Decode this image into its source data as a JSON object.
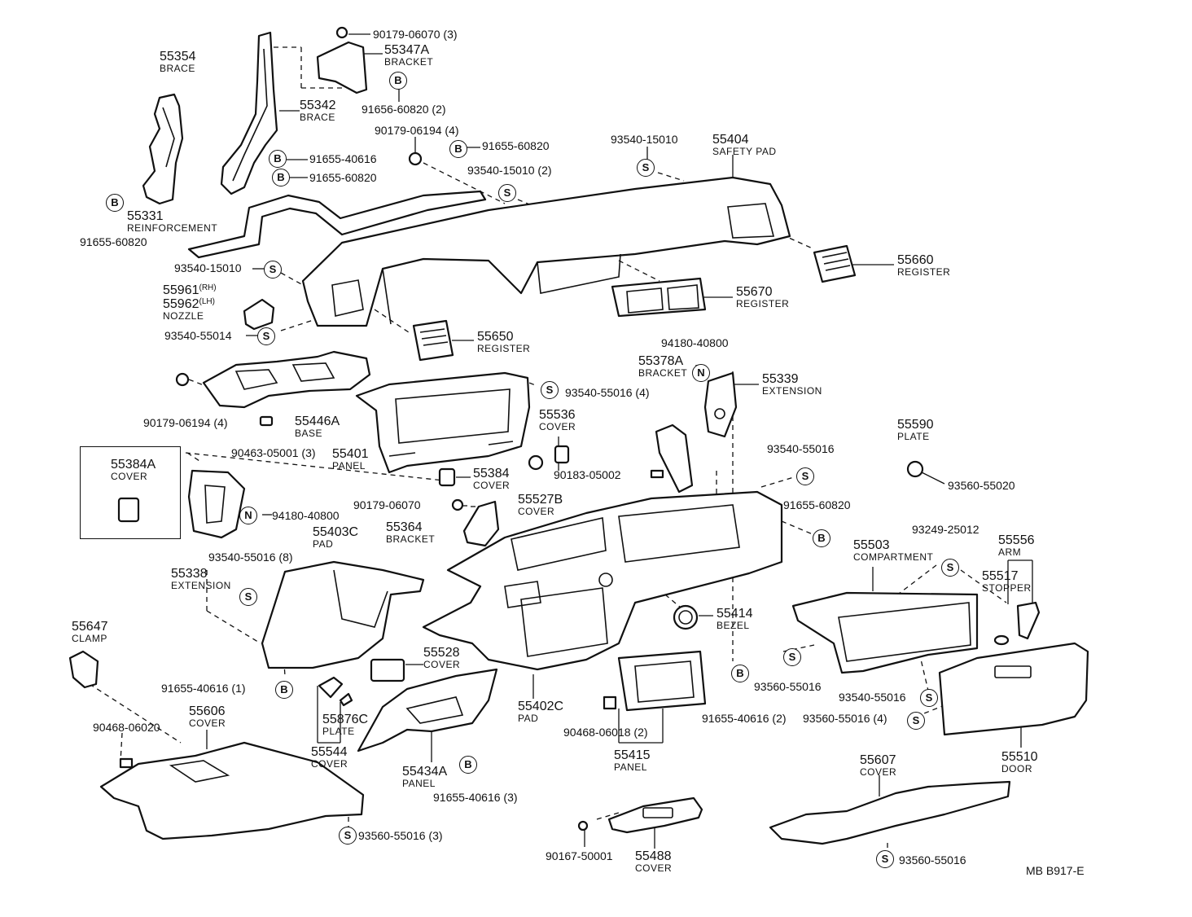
{
  "diagram_id": "MB  B917-E",
  "symbols": {
    "bolt": "B",
    "screw": "S",
    "nut": "N"
  },
  "parts": {
    "p55354": {
      "num": "55354",
      "name": "BRACE"
    },
    "p55342": {
      "num": "55342",
      "name": "BRACE"
    },
    "p55347A": {
      "num": "55347A",
      "name": "BRACKET"
    },
    "p55331": {
      "num": "55331",
      "name": "REINFORCEMENT"
    },
    "p55404": {
      "num": "55404",
      "name": "SAFETY PAD"
    },
    "p55660": {
      "num": "55660",
      "name": "REGISTER"
    },
    "p55670": {
      "num": "55670",
      "name": "REGISTER"
    },
    "p55650": {
      "num": "55650",
      "name": "REGISTER"
    },
    "p55961": {
      "num": "55961",
      "suffix": "(RH)"
    },
    "p55962": {
      "num": "55962",
      "suffix": "(LH)",
      "name": "NOZZLE"
    },
    "p55446A": {
      "num": "55446A",
      "name": "BASE"
    },
    "p55401": {
      "num": "55401",
      "name": "PANEL"
    },
    "p55378A": {
      "num": "55378A",
      "name": "BRACKET"
    },
    "p55339": {
      "num": "55339",
      "name": "EXTENSION"
    },
    "p55536": {
      "num": "55536",
      "name": "COVER"
    },
    "p55384": {
      "num": "55384",
      "name": "COVER"
    },
    "p55527B": {
      "num": "55527B",
      "name": "COVER"
    },
    "p55384A": {
      "num": "55384A",
      "name": "COVER"
    },
    "p55364": {
      "num": "55364",
      "name": "BRACKET"
    },
    "p55403C": {
      "num": "55403C",
      "name": "PAD"
    },
    "p55338": {
      "num": "55338",
      "name": "EXTENSION"
    },
    "p55590": {
      "num": "55590",
      "name": "PLATE"
    },
    "p55503": {
      "num": "55503",
      "name": "COMPARTMENT"
    },
    "p55556": {
      "num": "55556",
      "name": "ARM"
    },
    "p55517": {
      "num": "55517",
      "name": "STOPPER"
    },
    "p55414": {
      "num": "55414",
      "name": "BEZEL"
    },
    "p55647": {
      "num": "55647",
      "name": "CLAMP"
    },
    "p55528": {
      "num": "55528",
      "name": "COVER"
    },
    "p55402C": {
      "num": "55402C",
      "name": "PAD"
    },
    "p55876C": {
      "num": "55876C",
      "name": "PLATE"
    },
    "p55544": {
      "num": "55544",
      "name": "COVER"
    },
    "p55434A": {
      "num": "55434A",
      "name": "PANEL"
    },
    "p55415": {
      "num": "55415",
      "name": "PANEL"
    },
    "p55606": {
      "num": "55606",
      "name": "COVER"
    },
    "p55510": {
      "num": "55510",
      "name": "DOOR"
    },
    "p55607": {
      "num": "55607",
      "name": "COVER"
    },
    "p55488": {
      "num": "55488",
      "name": "COVER"
    }
  },
  "fasteners": {
    "f01": "90179-06070 (3)",
    "f02": "91656-60820 (2)",
    "f03": "90179-06194 (4)",
    "f04": "91655-60820",
    "f05": "93540-15010 (2)",
    "f06": "93540-15010",
    "f07": "91655-40616",
    "f08": "91655-60820",
    "f09": "91655-60820",
    "f10": "93540-15010",
    "f11": "93540-55014",
    "f12": "94180-40800",
    "f13": "93540-55016 (4)",
    "f14": "90179-06194 (4)",
    "f15": "90463-05001 (3)",
    "f16": "90183-05002",
    "f17": "93540-55016",
    "f18": "93560-55020",
    "f19": "90179-06070",
    "f20": "94180-40800",
    "f21": "91655-60820",
    "f22": "93249-25012",
    "f23": "93540-55016 (8)",
    "f24": "91655-40616 (1)",
    "f25": "93560-55016",
    "f26": "93540-55016",
    "f27": "90468-06020",
    "f28": "90468-06018 (2)",
    "f29": "91655-40616 (2)",
    "f30": "93560-55016 (4)",
    "f31": "91655-40616 (3)",
    "f32": "93560-55016 (3)",
    "f33": "90167-50001",
    "f34": "93560-55016"
  }
}
